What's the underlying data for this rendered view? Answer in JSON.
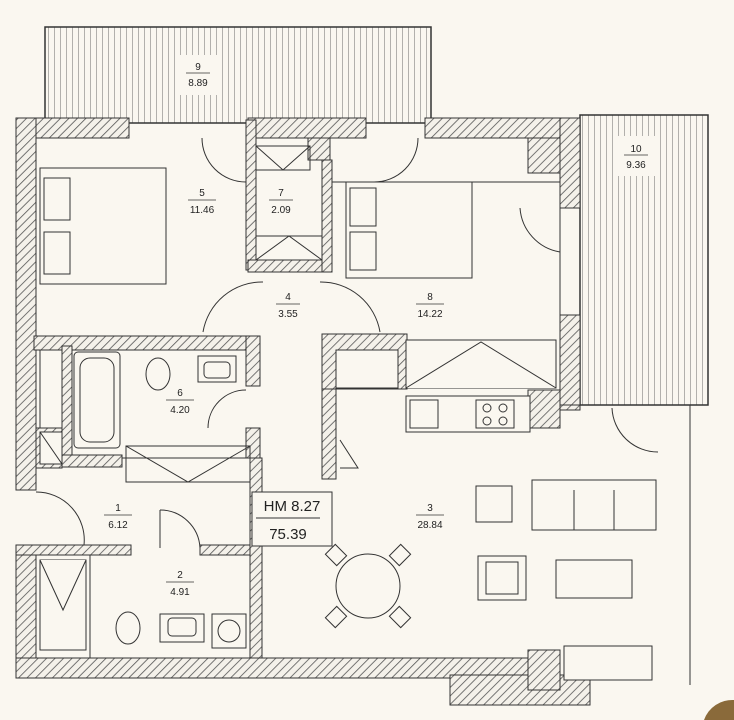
{
  "rooms": [
    {
      "id": "1",
      "area": "6.12"
    },
    {
      "id": "2",
      "area": "4.91"
    },
    {
      "id": "3",
      "area": "28.84"
    },
    {
      "id": "4",
      "area": "3.55"
    },
    {
      "id": "5",
      "area": "11.46"
    },
    {
      "id": "6",
      "area": "4.20"
    },
    {
      "id": "7",
      "area": "2.09"
    },
    {
      "id": "8",
      "area": "14.22"
    },
    {
      "id": "9",
      "area": "8.89"
    },
    {
      "id": "10",
      "area": "9.36"
    }
  ],
  "apartment": {
    "code": "НМ 8.27",
    "total_area": "75.39"
  },
  "colors": {
    "background": "#faf7f0",
    "wall_hatch": "#555555",
    "line": "#333333",
    "accent_corner": "#8a6a3a"
  }
}
